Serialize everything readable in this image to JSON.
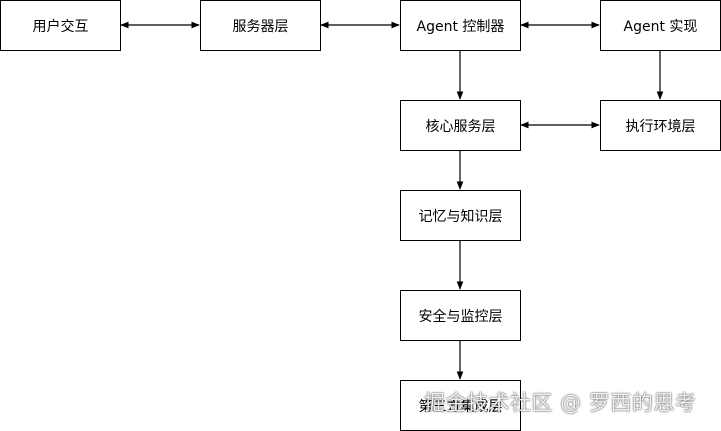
{
  "nodes": {
    "user_interaction": "用户交互",
    "server_layer": "服务器层",
    "agent_controller": "Agent 控制器",
    "agent_implementation": "Agent 实现",
    "core_service_layer": "核心服务层",
    "execution_environment_layer": "执行环境层",
    "memory_knowledge_layer": "记忆与知识层",
    "security_monitoring_layer": "安全与监控层",
    "bottom_layer": "第三方集成层"
  },
  "watermark": "掘金技术社区 @ 罗西的思考",
  "colors": {
    "line": "#000000",
    "box_border": "#000000",
    "background": "#ffffff"
  }
}
